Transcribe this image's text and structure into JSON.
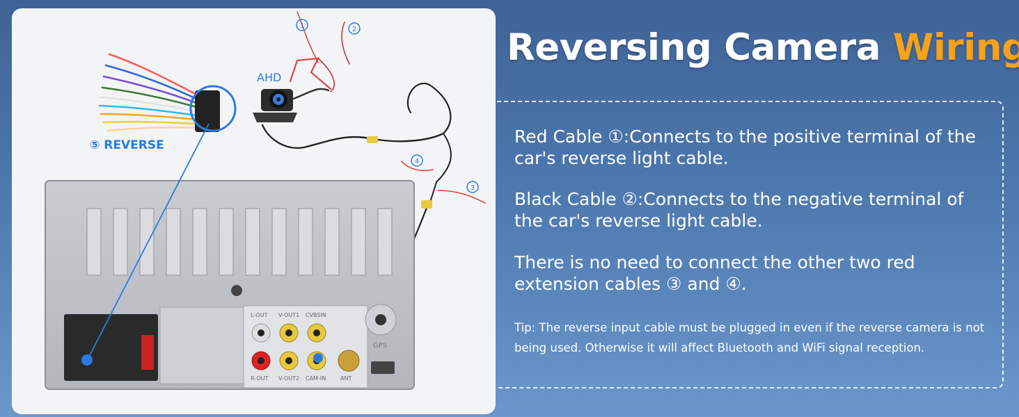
{
  "title": {
    "main": "Reversing Camera",
    "accent": "Wiring"
  },
  "paragraphs": [
    {
      "label": "Red Cable ①:",
      "text": "Connects to the positive terminal of the car's reverse light cable."
    },
    {
      "label": "Black Cable ②:",
      "text": "Connects to the negative terminal of the car's reverse light cable."
    },
    {
      "label": "",
      "text": "There is no need to connect the other two red extension cables ③ and ④."
    }
  ],
  "tip": "Tip: The reverse input cable must be plugged in even if the reverse camera is not being used. Otherwise it will affect Bluetooth and WiFi signal reception.",
  "diagram": {
    "camera_label": "AHD",
    "reverse_label": "⑤ REVERSE",
    "cable_markers": [
      "①",
      "②",
      "③",
      "④"
    ],
    "port_labels_top": [
      "L-OUT",
      "V-OUT1",
      "CVBSIN"
    ],
    "port_labels_bottom": [
      "R-OUT",
      "V-OUT2",
      "CAM-IN",
      "ANT"
    ],
    "gps_label": "GPS"
  },
  "colors": {
    "accent": "#f7a21b",
    "marker": "#2a7be0",
    "background": "#4d78ae"
  }
}
